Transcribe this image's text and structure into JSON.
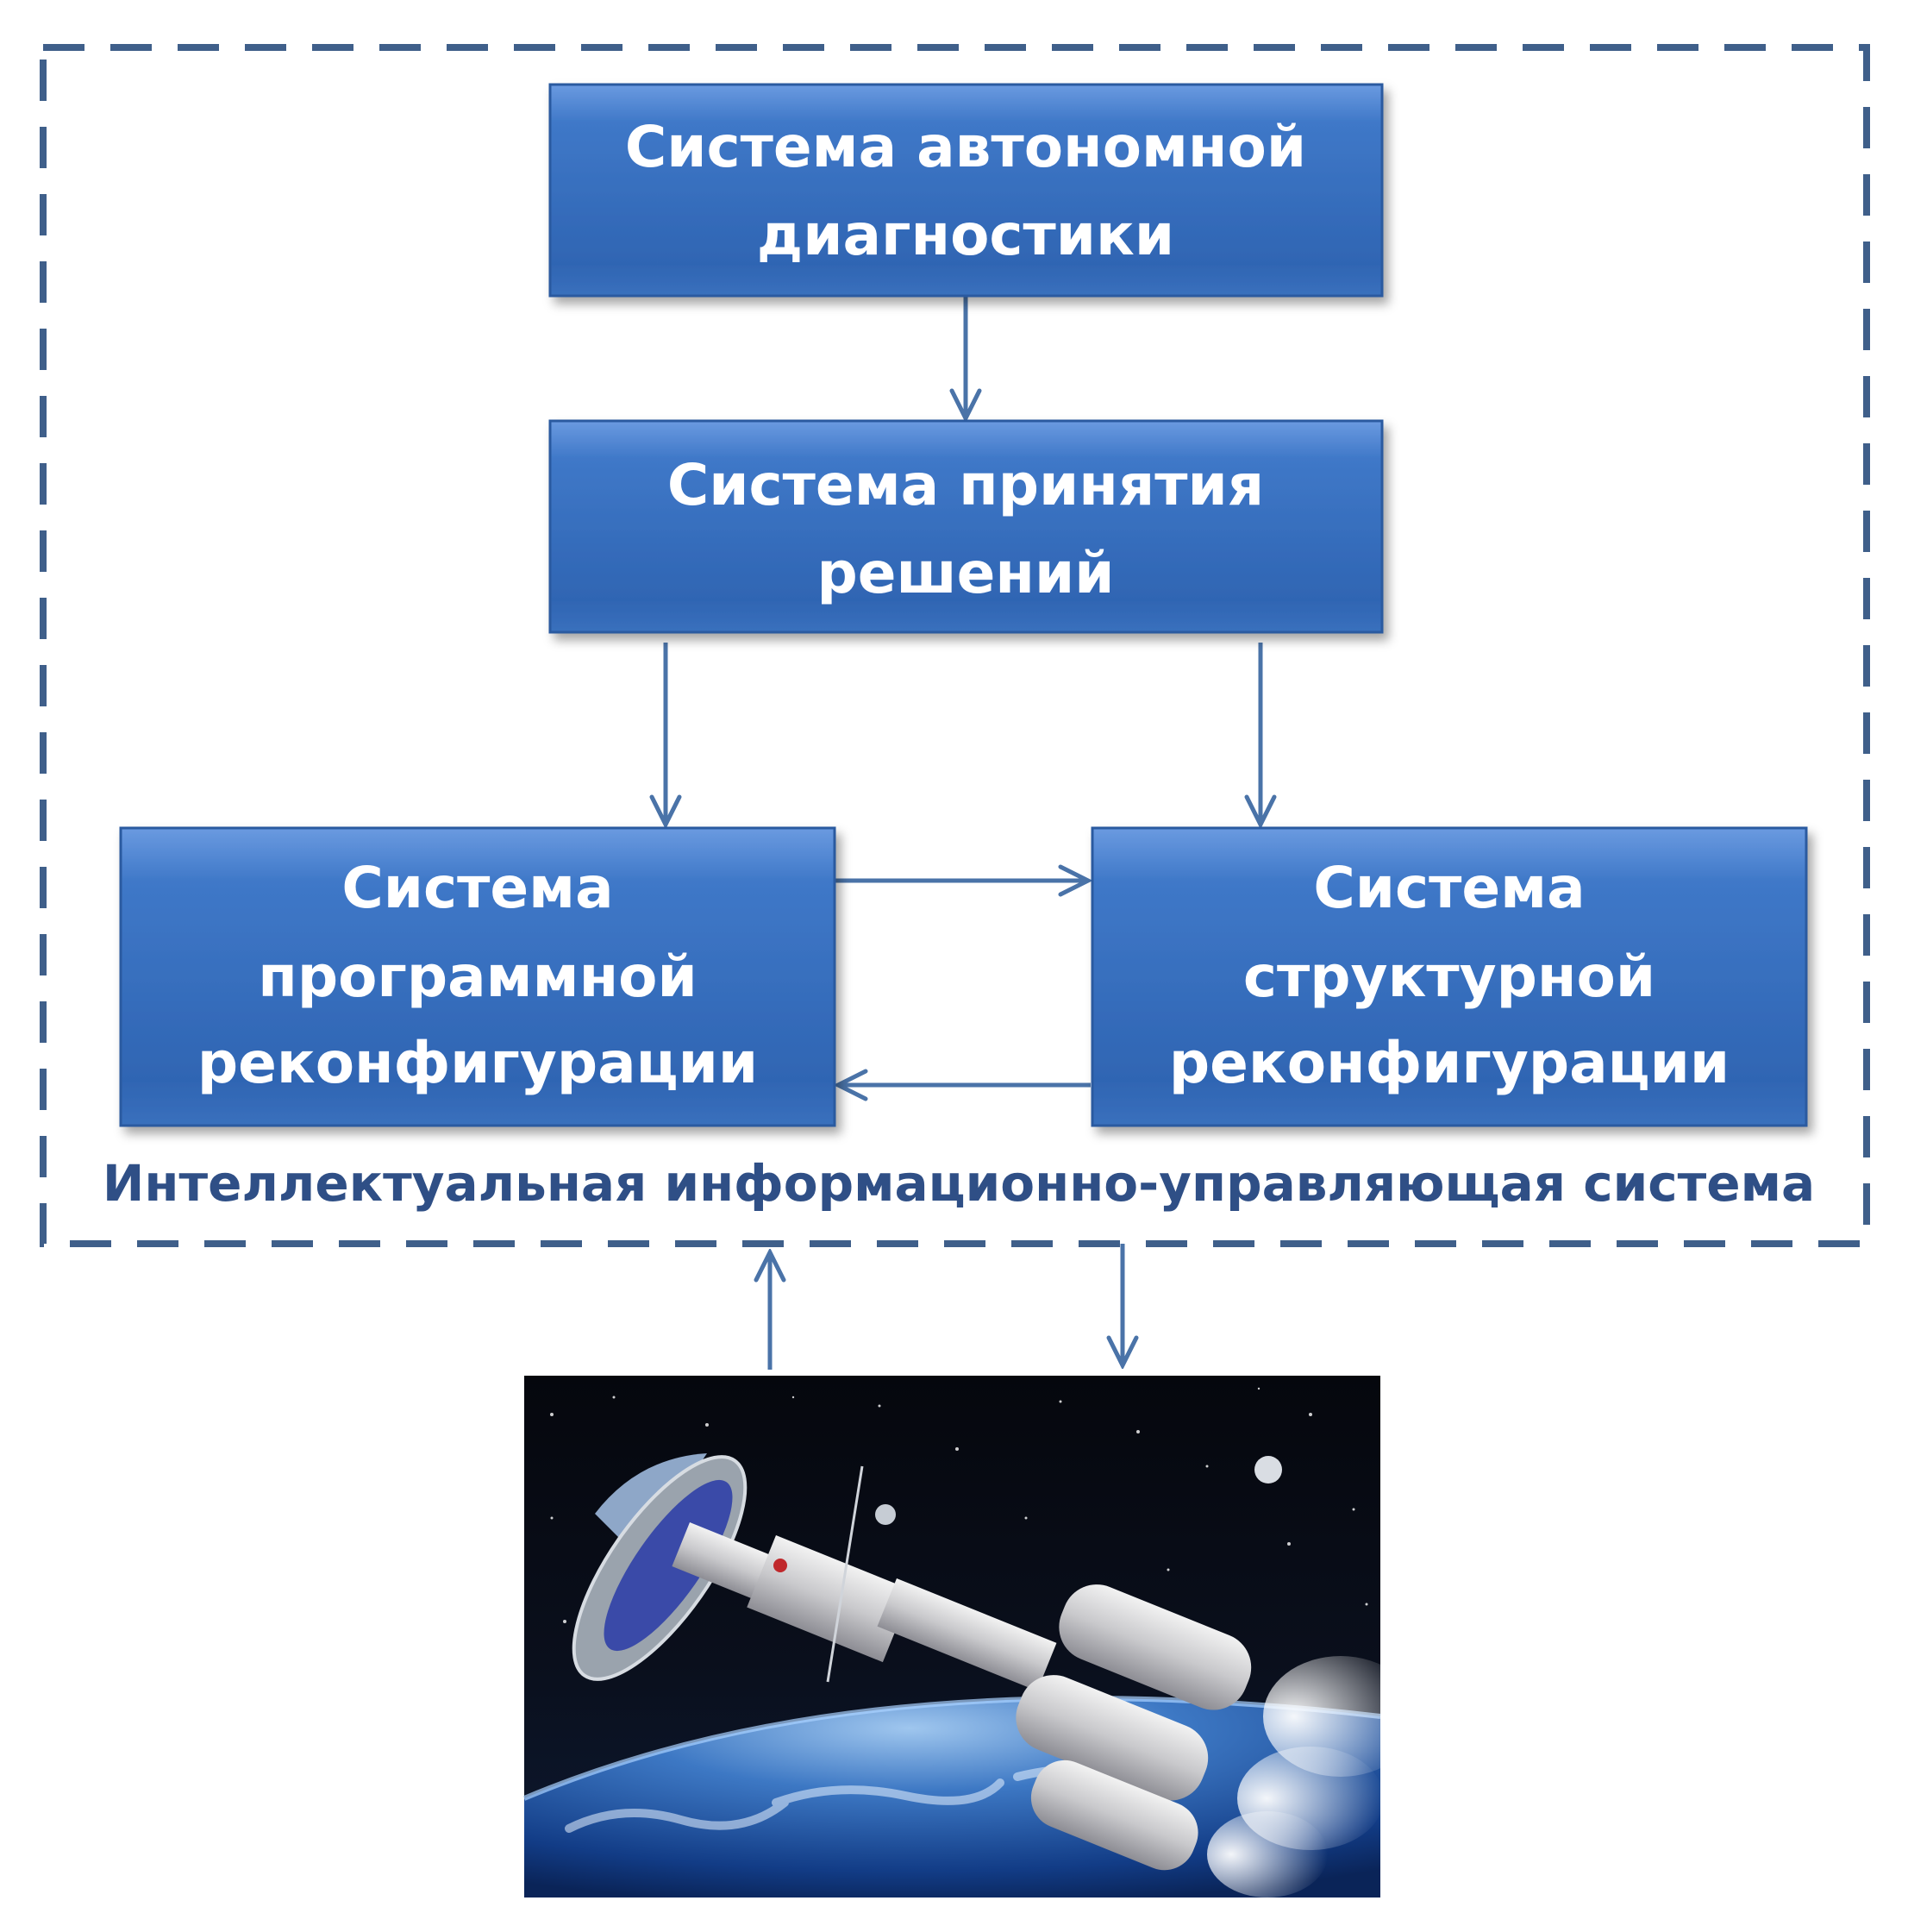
{
  "colors": {
    "box_fill": "#3c73c0",
    "box_edge": "#2a5aa0",
    "arrow": "#4a73a8",
    "dashed_border": "#3f5f8a",
    "caption": "#2f4f86"
  },
  "boxes": {
    "diagnostics": {
      "line1": "Система  автономной",
      "line2": "диагностики"
    },
    "decision": {
      "line1": "Система  принятия",
      "line2": "решений"
    },
    "software": {
      "line1": "Система",
      "line2": "программной",
      "line3": "реконфигурации"
    },
    "structural": {
      "line1": "Система",
      "line2": "структурной",
      "line3": "реконфигурации"
    }
  },
  "container": {
    "caption": "Интеллектуальная информационно-управляющая система"
  },
  "illustration": {
    "icon": "spacecraft-over-earth-image"
  }
}
